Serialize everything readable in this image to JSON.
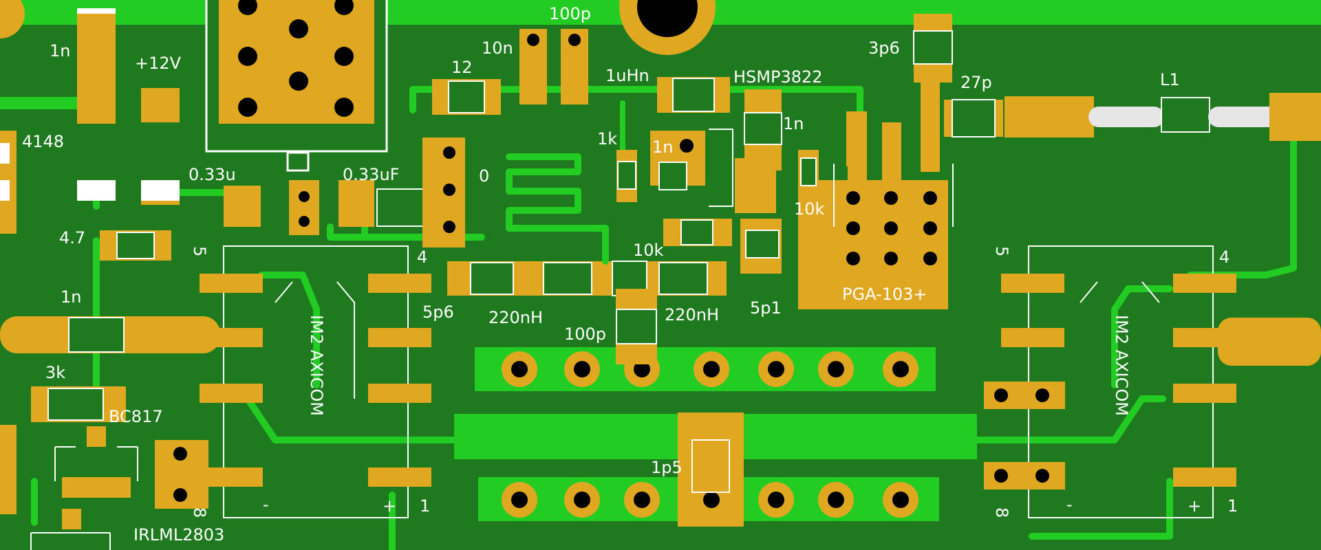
{
  "colors": {
    "board": "#1f7a1f",
    "copper_fill": "#22cc22",
    "pad": "#e0a820",
    "hole": "#000000",
    "silkscreen": "#ffffff"
  },
  "labels": {
    "c_1n_top": "1n",
    "v_12": "+12V",
    "d_4148": "4148",
    "c_033u_left": "0.33u",
    "c_033uf": "0.33uF",
    "r_47": "4.7",
    "c_1n_left": "1n",
    "r_3k": "3k",
    "q_bc817": "BC817",
    "q_irlml2803": "IRLML2803",
    "r_12": "12",
    "c_10n": "10n",
    "c_100p_top": "100p",
    "l_1uhn": "1uHn",
    "d_hsmp3822": "HSMP3822",
    "c_3p6": "3p6",
    "c_27p": "27p",
    "l_l1": "L1",
    "r_1k": "1k",
    "c_1n_mid": "1n",
    "c_1n_right": "1n",
    "r_0": "0",
    "r_10k_mid": "10k",
    "r_10k_right": "10k",
    "u_pga103": "PGA-103+",
    "c_5p6": "5p6",
    "l_220nh_left": "220nH",
    "l_220nh_right": "220nH",
    "c_5p1": "5p1",
    "c_100p_bottom": "100p",
    "c_1p5": "1p5",
    "ic_left_name": "IM2 AXICOM",
    "ic_right_name": "IM2 AXICOM",
    "pin5_left": "5",
    "pin4_left": "4",
    "pin8_left": "8",
    "pin1_left": "1",
    "minus_left": "-",
    "plus_left": "+",
    "pin5_right": "5",
    "pin4_right": "4",
    "pin8_right": "8",
    "pin1_right": "1",
    "minus_right": "-",
    "plus_right": "+"
  }
}
